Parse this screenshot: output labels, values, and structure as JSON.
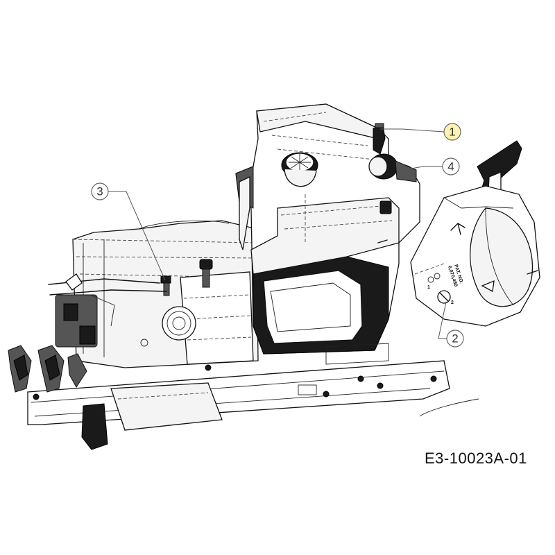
{
  "diagram": {
    "reference_code": "E3-10023A-01",
    "callouts": [
      {
        "number": "1",
        "highlighted": true
      },
      {
        "number": "2",
        "highlighted": false
      },
      {
        "number": "3",
        "highlighted": false
      },
      {
        "number": "4",
        "highlighted": false
      }
    ],
    "decal": {
      "line1": "PAT. NO.",
      "line2": "6,070,480",
      "dial_mark_left": "1",
      "dial_mark_right": "2"
    },
    "colors": {
      "line": "#111111",
      "callout_highlight": "#fdf3b0"
    }
  }
}
